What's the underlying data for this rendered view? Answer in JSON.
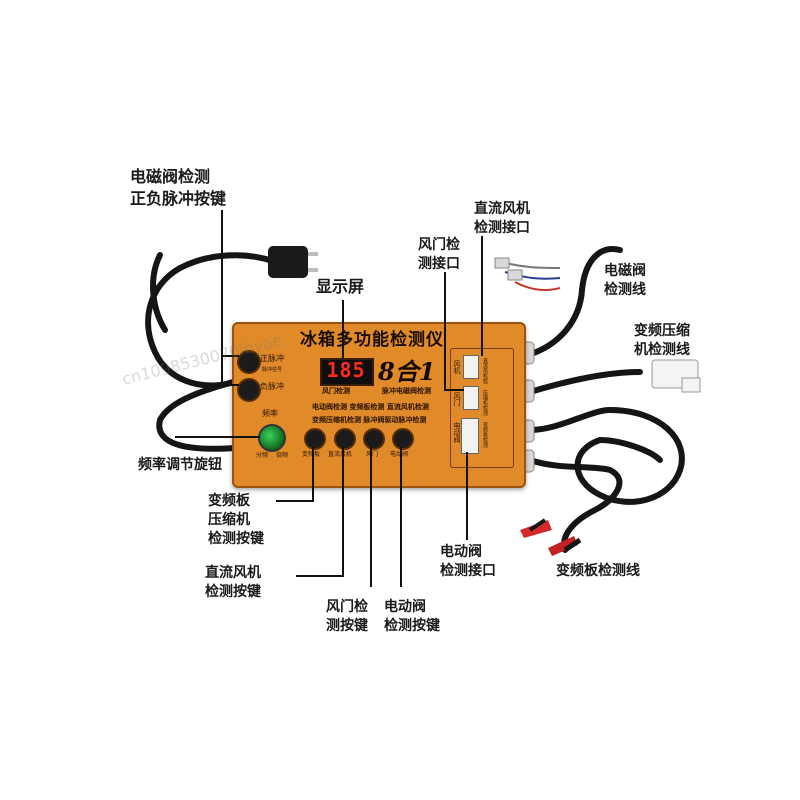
{
  "device": {
    "title": "冰箱多功能检测仪",
    "badge": "8合1",
    "display_value": "185",
    "pulse_plus": "正脉冲",
    "pulse_minus": "负脉冲",
    "small_label": "脉冲信号",
    "freq_label": "频率",
    "knob_min": "分频",
    "knob_max": "倍频",
    "func_row1_a": "风门检测",
    "func_row1_b": "脉冲电磁阀检测",
    "func_row2": "电动阀检测 变频板检测 直流风机检测",
    "func_row3": "变频压缩机检测 脉冲阀驱动脉冲检测",
    "btn_labels": [
      "变频板",
      "直流风机",
      "风门",
      "电动阀"
    ],
    "port_labels": [
      "风机",
      "风门",
      "电动阀"
    ],
    "port_tags": [
      "直流风机检测线",
      "压缩机检测线",
      "变频板检测线"
    ]
  },
  "callouts": {
    "solenoid_line1": "电磁阀检测",
    "solenoid_line2": "正负脉冲按键",
    "display": "显示屏",
    "damper_port_line1": "风门检",
    "damper_port_line2": "测接口",
    "dc_fan_port_line1": "直流风机",
    "dc_fan_port_line2": "检测接口",
    "solenoid_wire_line1": "电磁阀",
    "solenoid_wire_line2": "检测线",
    "comp_wire_line1": "变频压缩",
    "comp_wire_line2": "机检测线",
    "freq_knob": "频率调节旋钮",
    "inverter_btn_line1": "变频板",
    "inverter_btn_line2": "压缩机",
    "inverter_btn_line3": "检测按键",
    "dc_fan_btn_line1": "直流风机",
    "dc_fan_btn_line2": "检测按键",
    "damper_btn_line1": "风门检",
    "damper_btn_line2": "测按键",
    "ev_btn_line1": "电动阀",
    "ev_btn_line2": "检测按键",
    "ev_port_line1": "电动阀",
    "ev_port_line2": "检测接口",
    "inverter_wire": "变频板检测线"
  },
  "watermark": "cn1098530070ibyae",
  "colors": {
    "device_orange": "#e08a2a",
    "display_red": "#ff2a1a",
    "cable": "#151515"
  }
}
